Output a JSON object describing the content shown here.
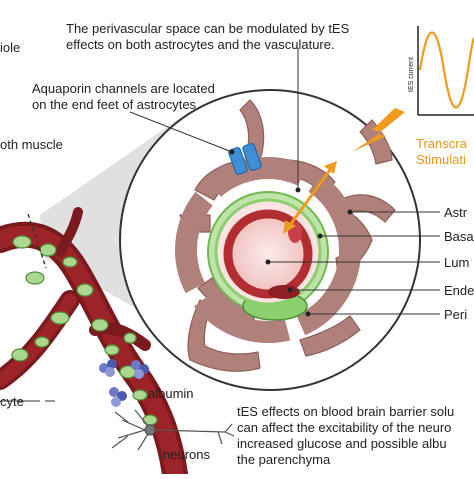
{
  "annotations": {
    "perivascular_line1": "The perivascular space can be modulated by tES",
    "perivascular_line2": "effects on both astrocytes and the vasculature.",
    "aquaporin_line1": "Aquaporin channels are located",
    "aquaporin_line2": "on the end feet of astrocytes",
    "arteriole_fragment": "iole",
    "smooth_muscle_fragment": "oth muscle",
    "astrocyte_fragment": "cyte",
    "tes_stim_line1": "Transcra",
    "tes_stim_line2": "Stimulati",
    "tes_current_axis": "tES current",
    "bbb_line1": "tES effects on blood brain barrier solu",
    "bbb_line2": "can affect the excitability of the neuro",
    "bbb_line3": "increased glucose and possible albu",
    "bbb_line4": "the parenchyma",
    "albumin": "albumin",
    "neurons": "neurons"
  },
  "right_labels": [
    "Astr",
    "Basa",
    "Lum",
    "Ende",
    "Peri"
  ],
  "colors": {
    "astrocyte": "#b0807a",
    "endothelium_green": "#bfe3a8",
    "basal_green": "#8ccf6e",
    "vessel_red": "#b22d32",
    "lumen": "#f6d4d0",
    "aquaporin": "#3f8fd6",
    "stimulation": "#f09a1e",
    "protein": "#6c79c8"
  },
  "icons": [
    "aquaporin-channel-icon",
    "lightning-bolt-icon",
    "albumin-molecule-icon",
    "neuron-icon",
    "blood-vessel-icon"
  ]
}
